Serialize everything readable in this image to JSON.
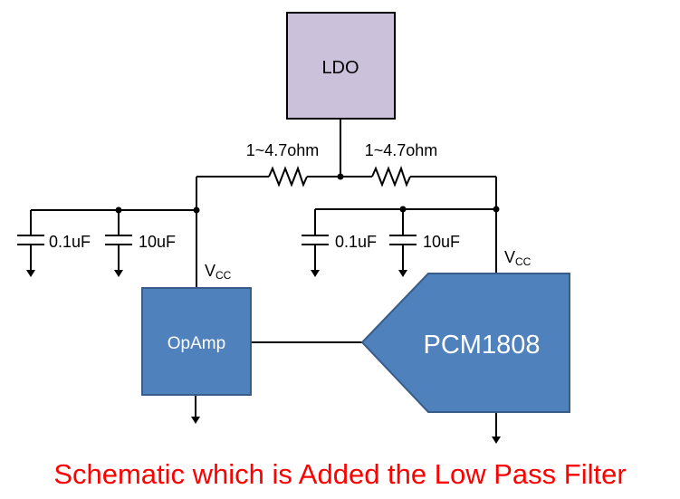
{
  "blocks": {
    "ldo": "LDO",
    "opamp": "OpAmp",
    "pcm": "PCM1808"
  },
  "resistors": {
    "left": "1~4.7ohm",
    "right": "1~4.7ohm"
  },
  "capacitors": {
    "left_small": "0.1uF",
    "left_large": "10uF",
    "right_small": "0.1uF",
    "right_large": "10uF"
  },
  "supply": {
    "left_main": "V",
    "left_sub": "CC",
    "right_main": "V",
    "right_sub": "CC"
  },
  "caption": "Schematic which is Added the Low Pass Filter",
  "colors": {
    "ldo_fill": "#ccc1da",
    "block_fill": "#4f81bd",
    "block_stroke": "#385d8a",
    "caption": "#ff0000",
    "wire": "#000000"
  }
}
